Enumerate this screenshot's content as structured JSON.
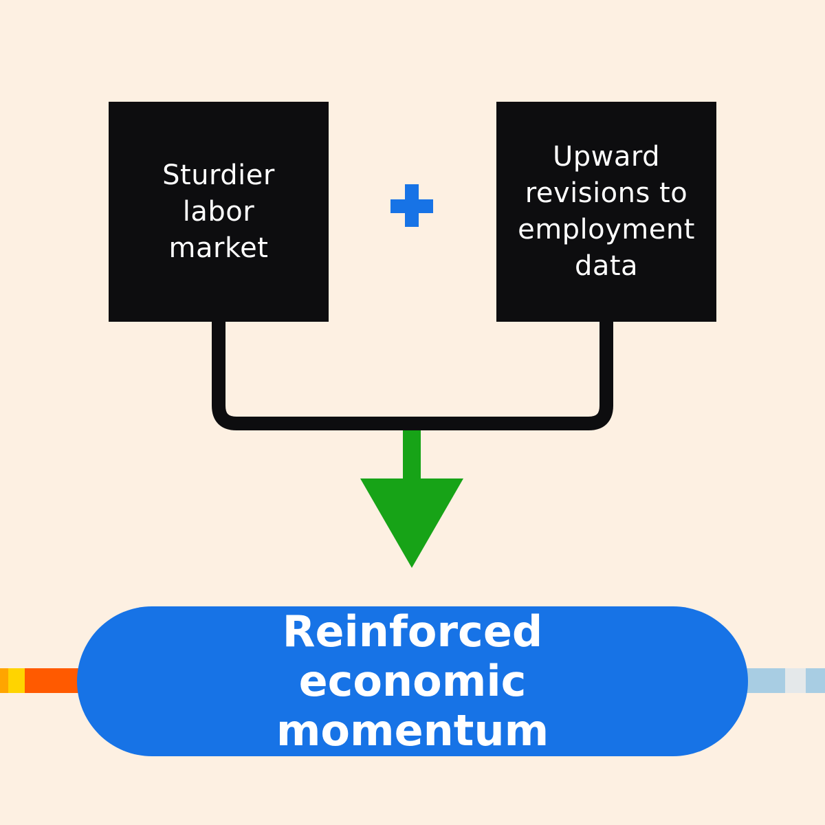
{
  "diagram": {
    "left_box": {
      "label": "Sturdier labor market"
    },
    "right_box": {
      "label": "Upward revisions to employment data"
    },
    "operator": {
      "icon": "plus-icon",
      "color": "#1773e6"
    },
    "arrow": {
      "icon": "down-arrow-icon",
      "color": "#17a317"
    },
    "result": {
      "label": "Reinforced economic momentum"
    }
  },
  "colors": {
    "background": "#fdf0e2",
    "box": "#0d0d0f",
    "box_text": "#ffffff",
    "result_fill": "#1773e6",
    "connector": "#0d0d0f",
    "left_strip": [
      "#ffa500",
      "#ffd400",
      "#ff5a00"
    ],
    "right_strip": [
      "#a8cde3",
      "#e4e8ea",
      "#a8cde3"
    ]
  }
}
